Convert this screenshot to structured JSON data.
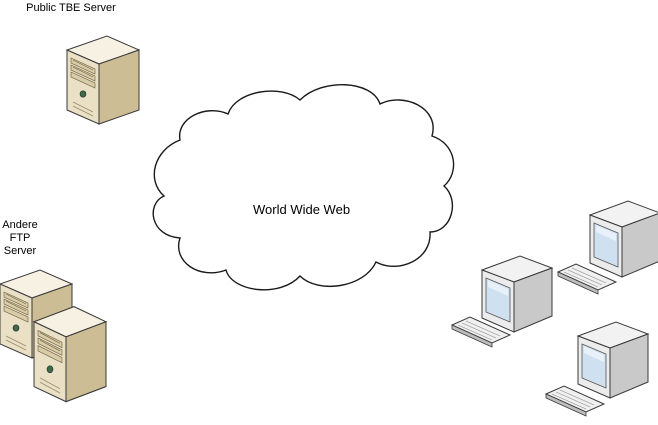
{
  "labels": {
    "public_server": "Public TBE Server",
    "ftp_servers": [
      "Andere",
      "FTP",
      "Server"
    ],
    "cloud": "World Wide Web"
  },
  "nodes": [
    {
      "name": "public-tbe-server",
      "type": "server"
    },
    {
      "name": "ftp-server-back",
      "type": "server"
    },
    {
      "name": "ftp-server-front",
      "type": "server"
    },
    {
      "name": "world-wide-web-cloud",
      "type": "cloud"
    },
    {
      "name": "client-workstation-left",
      "type": "workstation"
    },
    {
      "name": "client-workstation-top-right",
      "type": "workstation"
    },
    {
      "name": "client-workstation-bottom-right",
      "type": "workstation"
    }
  ],
  "colors": {
    "server_front": "#e9e0c6",
    "server_side": "#cdbd94",
    "server_top": "#f6f1e3",
    "monitor_screen": "#cfe0f0",
    "outline": "#3a3a3a"
  }
}
